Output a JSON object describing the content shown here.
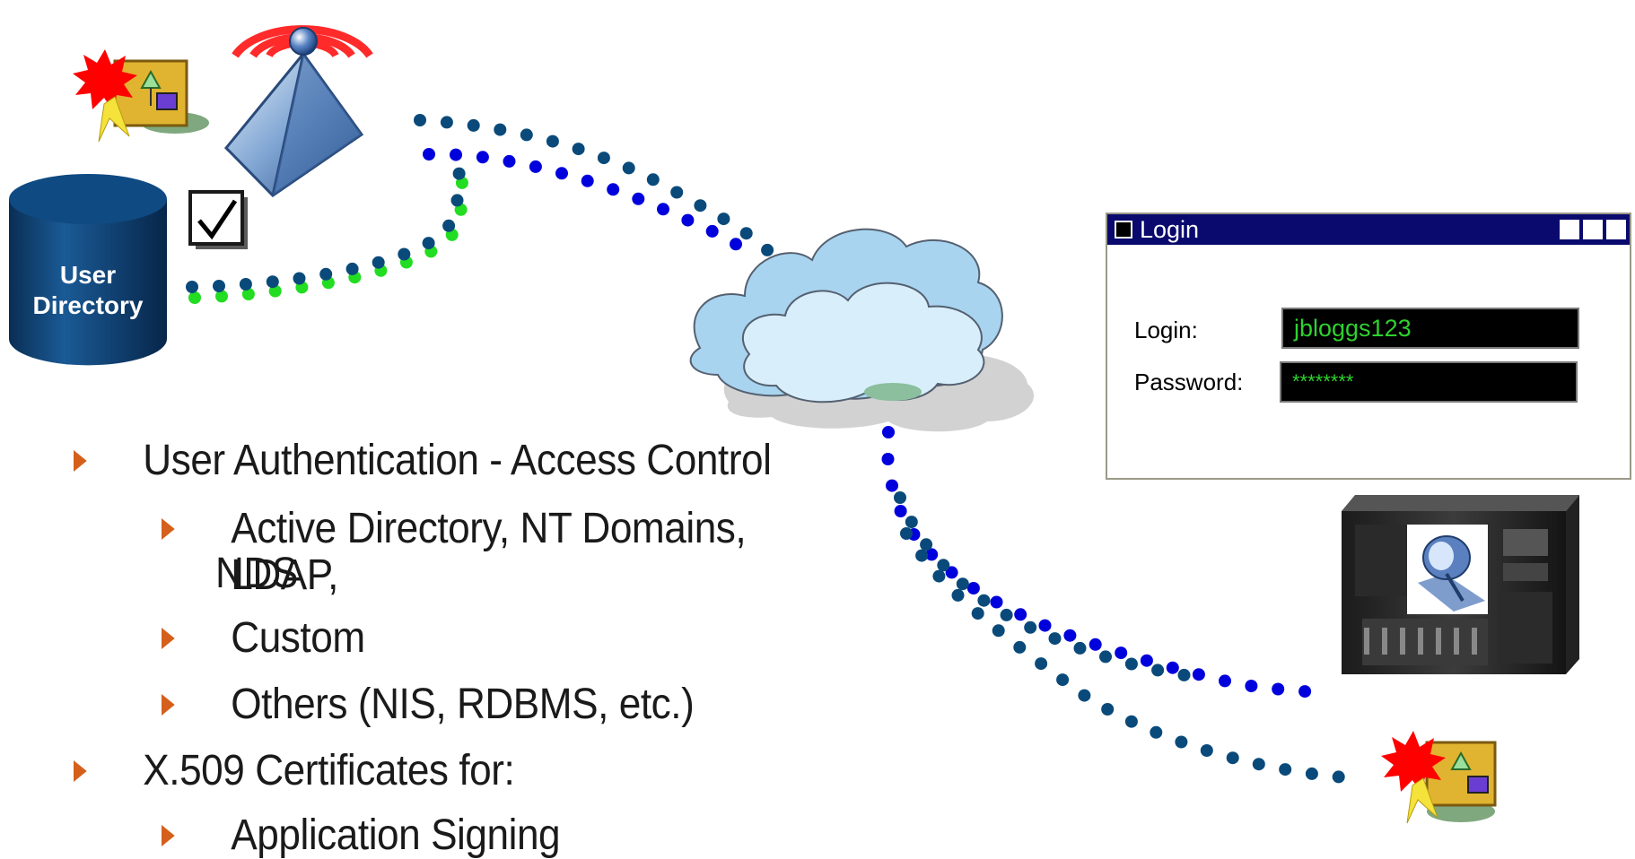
{
  "user_directory": {
    "label_line1": "User",
    "label_line2": "Directory"
  },
  "login_window": {
    "title": "Login",
    "login_label": "Login:",
    "login_value": "jbloggs123",
    "password_label": "Password:",
    "password_value": "********"
  },
  "bullets": [
    {
      "level": 1,
      "text": "User Authentication - Access Control"
    },
    {
      "level": 2,
      "text": "Active Directory, NT Domains,  LDAP,"
    },
    {
      "level": 2,
      "text": "NDS"
    },
    {
      "level": 2,
      "text": "Custom"
    },
    {
      "level": 2,
      "text": "Others (NIS, RDBMS, etc.)"
    },
    {
      "level": 1,
      "text": "X.509 Certificates for:"
    },
    {
      "level": 2,
      "text": "Application Signing"
    }
  ],
  "colors": {
    "bullet_arrow": "#d4601c",
    "dot_blue": "#0000dd",
    "dot_navy": "#0a4a7a",
    "dot_green": "#22dd22",
    "cylinder": "#0b3a6a",
    "titlebar": "#0a0a6e",
    "field_text": "#2fd12f"
  },
  "icons": [
    "certificate-icon",
    "antenna-tower-icon",
    "database-cylinder-icon",
    "checkbox-icon",
    "cloud-icon",
    "server-tower-icon",
    "dish-icon"
  ]
}
